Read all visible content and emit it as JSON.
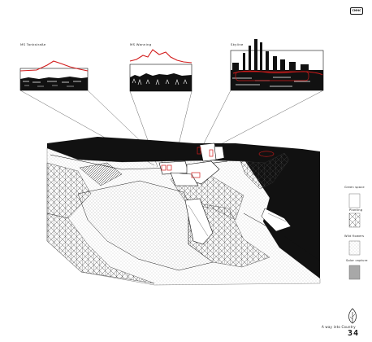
{
  "badge": "CMHC",
  "photos": [
    {
      "label": "MS Tankstraße"
    },
    {
      "label": "MS Wanning"
    },
    {
      "label": "Skyline"
    }
  ],
  "legend": {
    "items": [
      {
        "label": "Green space"
      },
      {
        "label": "Planting"
      },
      {
        "label": "Wild flowers"
      },
      {
        "label": "Solar capture"
      }
    ]
  },
  "footer": {
    "caption": "A way into Country",
    "page": "34"
  },
  "colors": {
    "accent": "#d21a1a",
    "ink": "#111111",
    "solar": "#a8a8a8"
  }
}
